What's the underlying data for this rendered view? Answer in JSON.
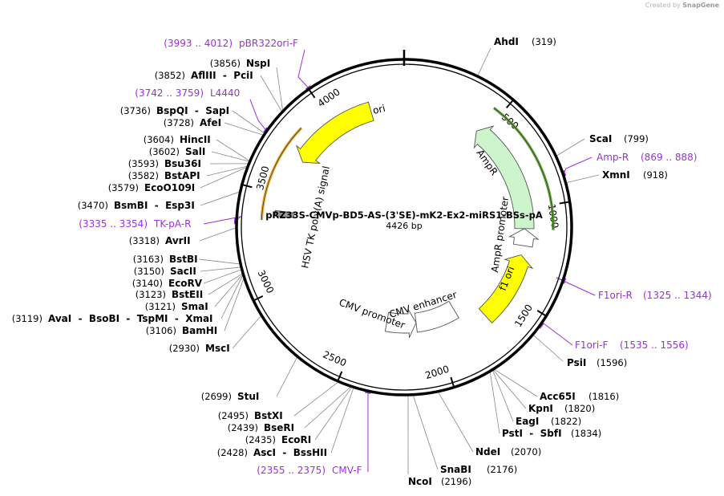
{
  "credit": {
    "prefix": "Created by",
    "brand": "SnapGene"
  },
  "plasmid": {
    "name": "pRZ33S-CMVp-BD5-AS-(3'SE)-mK2-Ex2-miRS1-BSs-pA",
    "length": "4426 bp"
  },
  "ticks": [
    {
      "label": "500",
      "pos": 500
    },
    {
      "label": "1000",
      "pos": 1000
    },
    {
      "label": "1500",
      "pos": 1500
    },
    {
      "label": "2000",
      "pos": 2000
    },
    {
      "label": "2500",
      "pos": 2500
    },
    {
      "label": "3000",
      "pos": 3000
    },
    {
      "label": "3500",
      "pos": 3500
    },
    {
      "label": "4000",
      "pos": 4000
    }
  ],
  "features": [
    {
      "name": "ori",
      "color": "#ffff00",
      "start": 3720,
      "end": 4230,
      "ring": "inner",
      "dir": -1
    },
    {
      "name": "AmpR",
      "color": "#ccf5cc",
      "start": 455,
      "end": 1115,
      "ring": "inner",
      "dir": -1
    },
    {
      "name": "AmpR promoter",
      "color": "#ffffff",
      "start": 1115,
      "end": 1215,
      "ring": "inner",
      "dir": -1
    },
    {
      "name": "f1 ori",
      "color": "#ffff00",
      "start": 1270,
      "end": 1690,
      "ring": "inner",
      "dir": -1
    },
    {
      "name": "CMV enhancer",
      "color": "#ffffff",
      "start": 1830,
      "end": 2125,
      "ring": "inner2",
      "dir": 0
    },
    {
      "name": "CMV promoter",
      "color": "#ffffff",
      "start": 2125,
      "end": 2340,
      "ring": "inner2",
      "dir": -1
    },
    {
      "name": "HSV TK poly(A) signal",
      "color": "#999999",
      "start": 3380,
      "end": 3410,
      "ring": "inner",
      "dir": 0
    }
  ],
  "feature_labels": [
    {
      "text": "ori"
    },
    {
      "text": "AmpR"
    },
    {
      "text": "AmpR promoter"
    },
    {
      "text": "f1 ori"
    },
    {
      "text": "CMV enhancer"
    },
    {
      "text": "CMV promoter"
    },
    {
      "text": "HSV TK poly(A) signal"
    }
  ],
  "cds_arcs": [
    {
      "name": "AmpR",
      "color": "#5aa02c",
      "start": 455,
      "end": 1120
    },
    {
      "name": "HSV TK pA",
      "color": "#e8a317",
      "start": 3355,
      "end": 3860
    }
  ],
  "sites": [
    {
      "name": "AhdI",
      "pos": "(319)"
    },
    {
      "name": "ScaI",
      "pos": "(799)"
    },
    {
      "name": "XmnI",
      "pos": "(918)"
    },
    {
      "name": "PsiI",
      "pos": "(1596)"
    },
    {
      "name": "Acc65I",
      "pos": "(1816)"
    },
    {
      "name": "KpnI",
      "pos": "(1820)"
    },
    {
      "name": "EagI",
      "pos": "(1822)"
    },
    {
      "name": "PstI  -  SbfI",
      "pos": "(1834)"
    },
    {
      "name": "NdeI",
      "pos": "(2070)"
    },
    {
      "name": "SnaBI",
      "pos": "(2176)"
    },
    {
      "name": "NcoI",
      "pos": "(2196)"
    },
    {
      "name": "StuI",
      "pos": "(2699)"
    },
    {
      "name": "BstXI",
      "pos": "(2495)"
    },
    {
      "name": "BseRI",
      "pos": "(2439)"
    },
    {
      "name": "EcoRI",
      "pos": "(2435)"
    },
    {
      "name": "AscI  -  BssHII",
      "pos": "(2428)"
    },
    {
      "name": "MscI",
      "pos": "(2930)"
    },
    {
      "name": "BamHI",
      "pos": "(3106)"
    },
    {
      "name": "AvaI  -  BsoBI  -  TspMI  -  XmaI",
      "pos": "(3119)"
    },
    {
      "name": "SmaI",
      "pos": "(3121)"
    },
    {
      "name": "BstEII",
      "pos": "(3123)"
    },
    {
      "name": "EcoRV",
      "pos": "(3140)"
    },
    {
      "name": "SacII",
      "pos": "(3150)"
    },
    {
      "name": "BstBI",
      "pos": "(3163)"
    },
    {
      "name": "AvrII",
      "pos": "(3318)"
    },
    {
      "name": "BsmBI  -  Esp3I",
      "pos": "(3470)"
    },
    {
      "name": "EcoO109I",
      "pos": "(3579)"
    },
    {
      "name": "BstAPI",
      "pos": "(3582)"
    },
    {
      "name": "Bsu36I",
      "pos": "(3593)"
    },
    {
      "name": "SalI",
      "pos": "(3602)"
    },
    {
      "name": "HincII",
      "pos": "(3604)"
    },
    {
      "name": "AfeI",
      "pos": "(3728)"
    },
    {
      "name": "BspQI  -  SapI",
      "pos": "(3736)"
    },
    {
      "name": "AflIII  -  PciI",
      "pos": "(3852)"
    },
    {
      "name": "NspI",
      "pos": "(3856)"
    }
  ],
  "primers": [
    {
      "name": "pBR322ori-F",
      "range": "(3993 .. 4012)"
    },
    {
      "name": "L4440",
      "range": "(3742 .. 3759)"
    },
    {
      "name": "TK-pA-R",
      "range": "(3335 .. 3354)"
    },
    {
      "name": "Amp-R",
      "range": "(869 .. 888)"
    },
    {
      "name": "F1ori-R",
      "range": "(1325 .. 1344)"
    },
    {
      "name": "F1ori-F",
      "range": "(1535 .. 1556)"
    },
    {
      "name": "CMV-F",
      "range": "(2355 .. 2375)"
    }
  ],
  "colors": {
    "primer": "#9b30d9",
    "backbone": "#000000",
    "leader": "#888888"
  }
}
